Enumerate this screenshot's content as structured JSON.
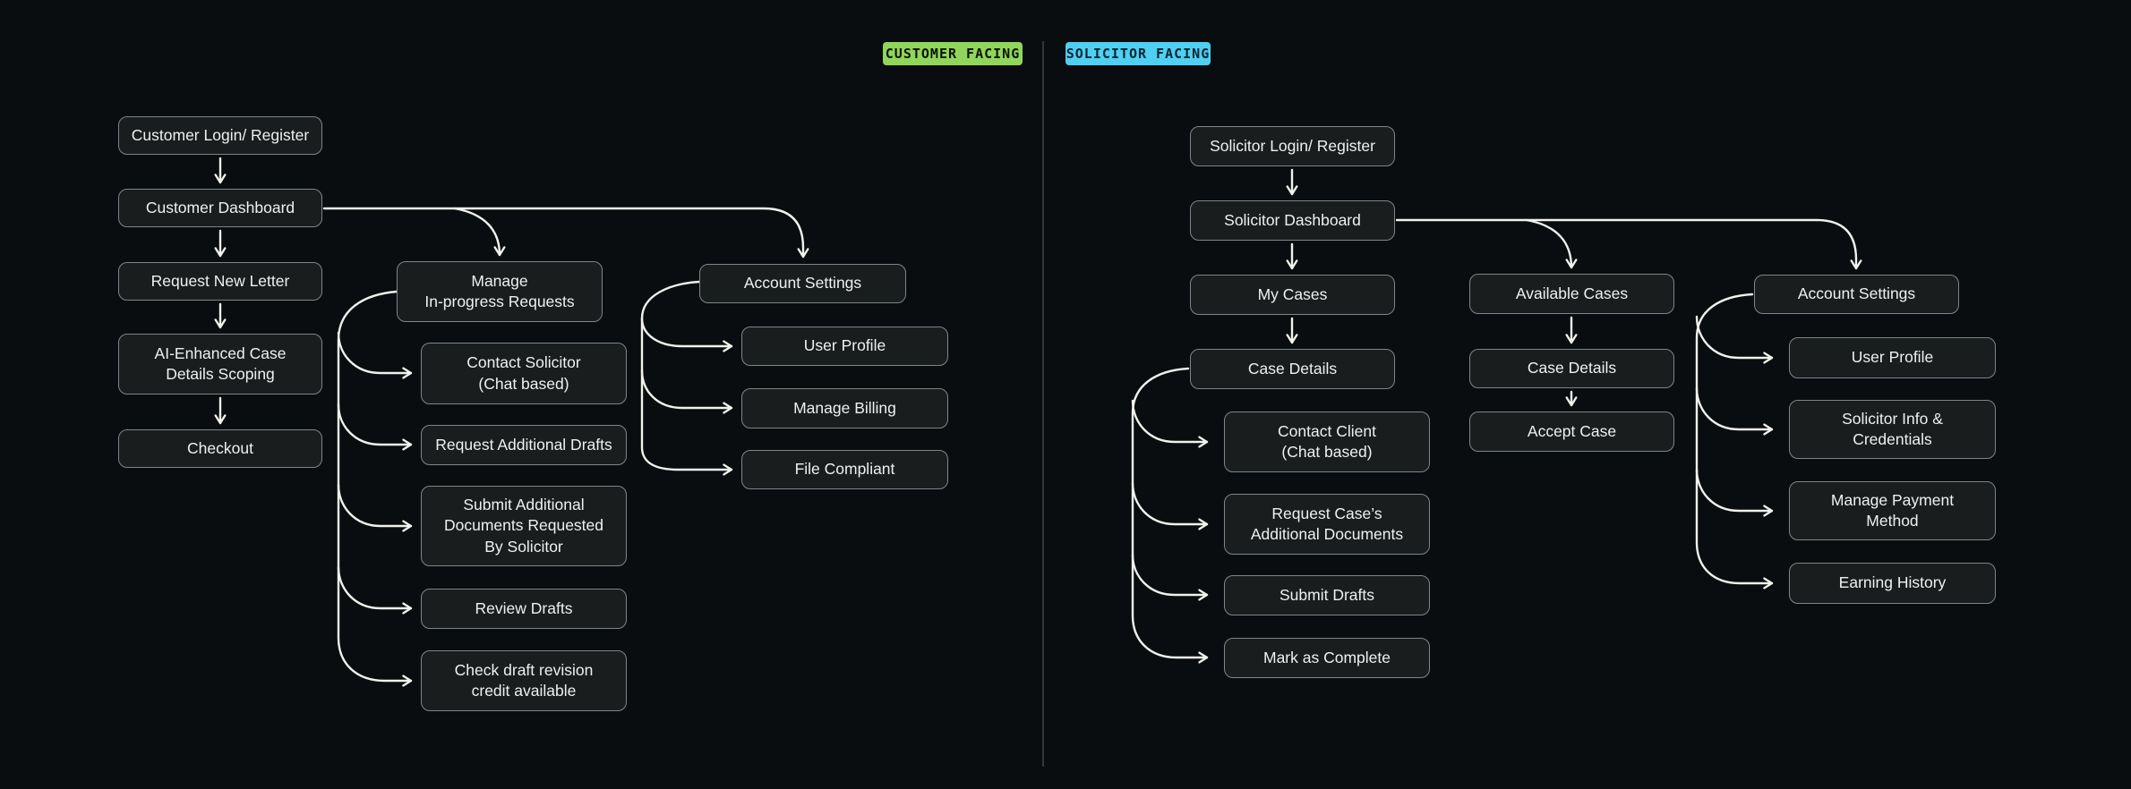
{
  "badges": {
    "customer": "CUSTOMER FACING",
    "solicitor": "SOLICITOR FACING"
  },
  "colors": {
    "background": "#0a0d0f",
    "box_fill": "#191d1d",
    "box_border": "#7e8687",
    "box_text": "#eef1ef",
    "arrow": "#f1f2ec",
    "divider": "#3b4246",
    "customer_badge": "#8fd65a",
    "solicitor_badge": "#4fcff2"
  },
  "customer": {
    "flow": [
      "Customer Login/ Register",
      "Customer Dashboard",
      "Request New Letter",
      "AI-Enhanced Case\nDetails Scoping",
      "Checkout"
    ],
    "manage": {
      "parent": "Manage\nIn-progress Requests",
      "children": [
        "Contact Solicitor\n(Chat based)",
        "Request Additional Drafts",
        "Submit Additional\nDocuments Requested\nBy Solicitor",
        "Review Drafts",
        "Check draft revision\ncredit available"
      ]
    },
    "account": {
      "parent": "Account Settings",
      "children": [
        "User Profile",
        "Manage Billing",
        "File Compliant"
      ]
    }
  },
  "solicitor": {
    "flow": [
      "Solicitor Login/ Register",
      "Solicitor Dashboard",
      "My Cases",
      "Case Details"
    ],
    "case_actions": [
      "Contact Client\n(Chat based)",
      "Request Case’s\nAdditional Documents",
      "Submit Drafts",
      "Mark as Complete"
    ],
    "available": {
      "parent": "Available Cases",
      "children": [
        "Case Details",
        "Accept Case"
      ]
    },
    "account": {
      "parent": "Account Settings",
      "children": [
        "User Profile",
        "Solicitor Info &\nCredentials",
        "Manage Payment\nMethod",
        "Earning History"
      ]
    }
  }
}
